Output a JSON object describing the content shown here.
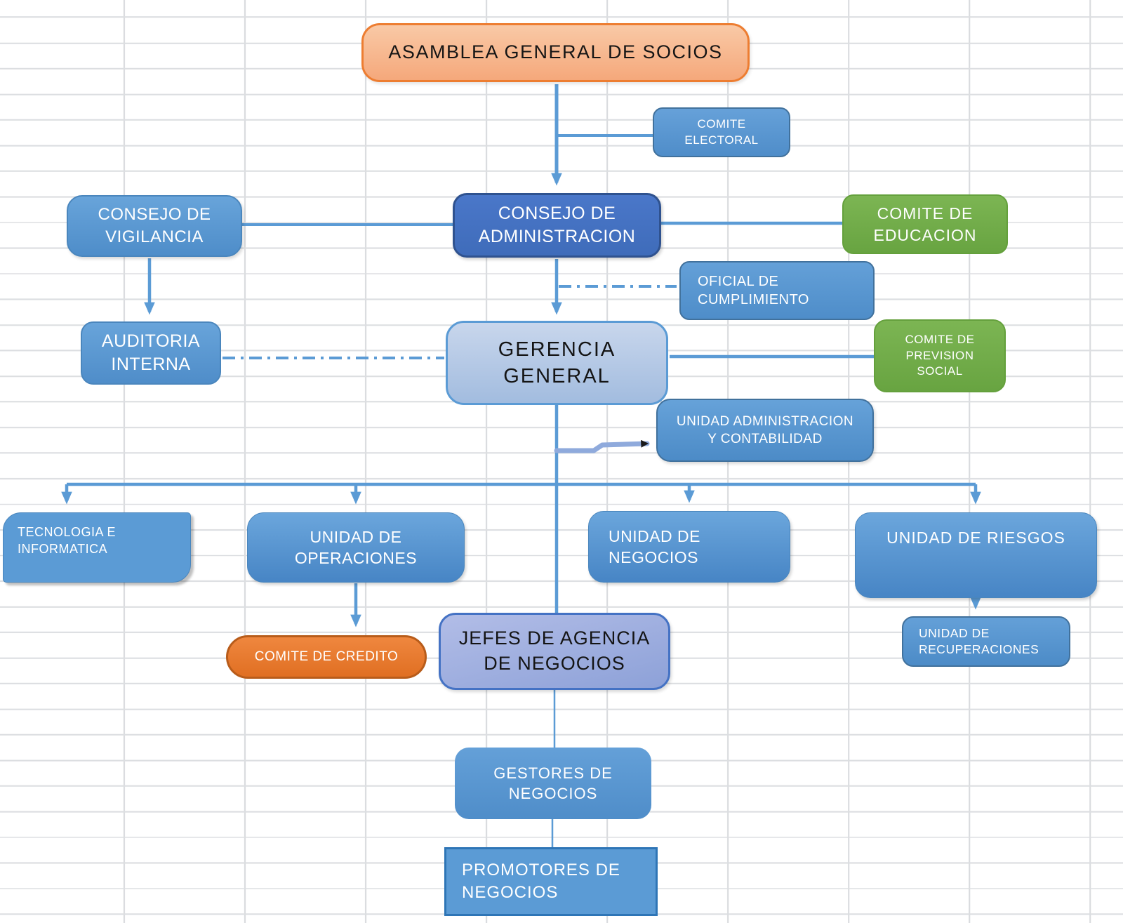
{
  "diagram": {
    "kind": "org-chart",
    "background": "spreadsheet-grid"
  },
  "colors": {
    "grid_line": "#d9dbde",
    "connector_blue": "#5B9BD5",
    "connector_light": "#8FAADC",
    "orange_fill": "#F5A87B",
    "orange_border": "#ED7D31",
    "blue_fill": "#5B9BD5",
    "blue_border": "#41719C",
    "dark_blue_fill": "#4472C4",
    "dark_blue_border": "#2F528F",
    "green_fill": "#70AD47",
    "light_blue_fill": "#B4C7E7",
    "periwinkle_fill": "#8FAADC",
    "credito_fill": "#E8762C",
    "credito_border": "#B85C1A"
  },
  "nodes": {
    "asamblea": {
      "label": "ASAMBLEA GENERAL DE SOCIOS"
    },
    "comite_electoral": {
      "label": "COMITE\nELECTORAL"
    },
    "consejo_vigilancia": {
      "label": "CONSEJO DE\nVIGILANCIA"
    },
    "consejo_administracion": {
      "label": "CONSEJO DE\nADMINISTRACION"
    },
    "comite_educacion": {
      "label": "COMITE DE\nEDUCACION"
    },
    "oficial_cumplimiento": {
      "label": "OFICIAL DE\nCUMPLIMIENTO"
    },
    "gerencia_general": {
      "label": "GERENCIA\nGENERAL"
    },
    "auditoria_interna": {
      "label": "AUDITORIA\nINTERNA"
    },
    "comite_prevision_social": {
      "label": "COMITE DE\nPREVISION\nSOCIAL"
    },
    "unidad_administracion_contabilidad": {
      "label": "UNIDAD ADMINISTRACION\nY CONTABILIDAD"
    },
    "tecnologia_informatica": {
      "label": "TECNOLOGIA E\nINFORMATICA"
    },
    "unidad_operaciones": {
      "label": "UNIDAD DE\nOPERACIONES"
    },
    "unidad_negocios": {
      "label": "UNIDAD DE\nNEGOCIOS"
    },
    "unidad_riesgos": {
      "label": "UNIDAD DE RIESGOS"
    },
    "comite_credito": {
      "label": "COMITE DE CREDITO"
    },
    "jefes_agencia_negocios": {
      "label": "JEFES DE AGENCIA\nDE NEGOCIOS"
    },
    "unidad_recuperaciones": {
      "label": "UNIDAD DE\nRECUPERACIONES"
    },
    "gestores_negocios": {
      "label": "GESTORES DE\nNEGOCIOS"
    },
    "promotores_negocios": {
      "label": "PROMOTORES DE\nNEGOCIOS"
    }
  }
}
